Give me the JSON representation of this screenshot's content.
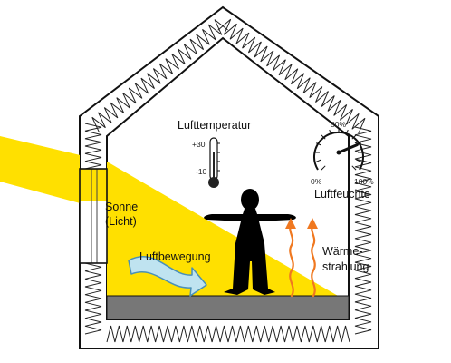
{
  "labels": {
    "air_temperature": "Lufttemperatur",
    "temp_high": "+30",
    "temp_low": "-10",
    "gauge_top": "50%",
    "gauge_left": "0%",
    "gauge_right": "100%",
    "humidity": "Luftfeuchte",
    "sun_line1": "Sonne",
    "sun_line2": "(Licht)",
    "air_movement": "Luftbewegung",
    "heat_line1": "Wärme-",
    "heat_line2": "strahlung"
  },
  "gauge": {
    "value_percent": 75
  },
  "colors": {
    "sun": "#ffe000",
    "floor": "#777777",
    "heat": "#f07820",
    "air_arrow": "#bfe3f0",
    "outline": "#111111",
    "person": "#000000"
  }
}
